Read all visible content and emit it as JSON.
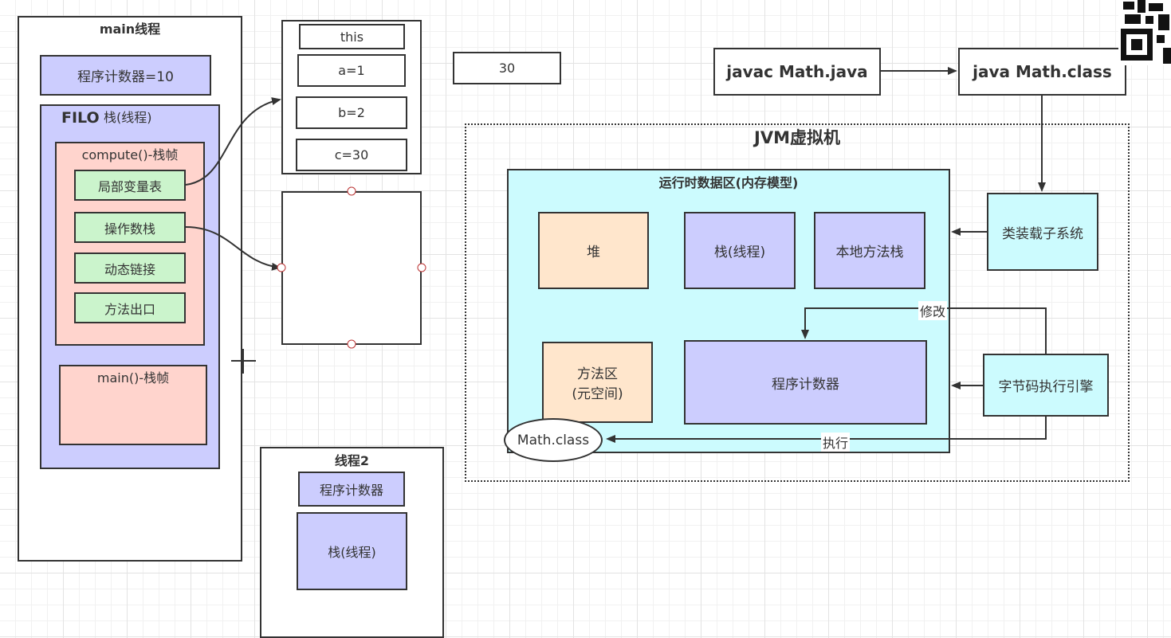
{
  "main_thread": {
    "title": "main线程",
    "program_counter": "程序计数器=10",
    "stack_filo": "FILO",
    "stack_title": "栈(线程)",
    "compute_frame": {
      "title": "compute()-栈帧",
      "items": [
        "局部变量表",
        "操作数栈",
        "动态链接",
        "方法出口"
      ]
    },
    "main_frame": "main()-栈帧"
  },
  "local_vars": [
    "this",
    "a=1",
    "b=2",
    "c=30"
  ],
  "value_box": "30",
  "thread2": {
    "title": "线程2",
    "program_counter": "程序计数器",
    "stack": "栈(线程)"
  },
  "compile": {
    "javac": "javac Math.java",
    "java": "java Math.class"
  },
  "jvm": {
    "title": "JVM虚拟机",
    "runtime_area": {
      "title": "运行时数据区(内存模型)",
      "heap": "堆",
      "stack": "栈(线程)",
      "native_stack": "本地方法栈",
      "method_area_line1": "方法区",
      "method_area_line2": "(元空间)",
      "program_counter": "程序计数器"
    },
    "class_loader": "类装载子系统",
    "bytecode_engine": "字节码执行引擎",
    "math_class": "Math.class",
    "label_modify": "修改",
    "label_execute": "执行"
  },
  "colors": {
    "blue": "#cccdfe",
    "pink": "#ffd4cd",
    "green": "#cbf4cc",
    "peach": "#ffe6cc",
    "cyan": "#ccfbfe",
    "stroke": "#333333"
  }
}
